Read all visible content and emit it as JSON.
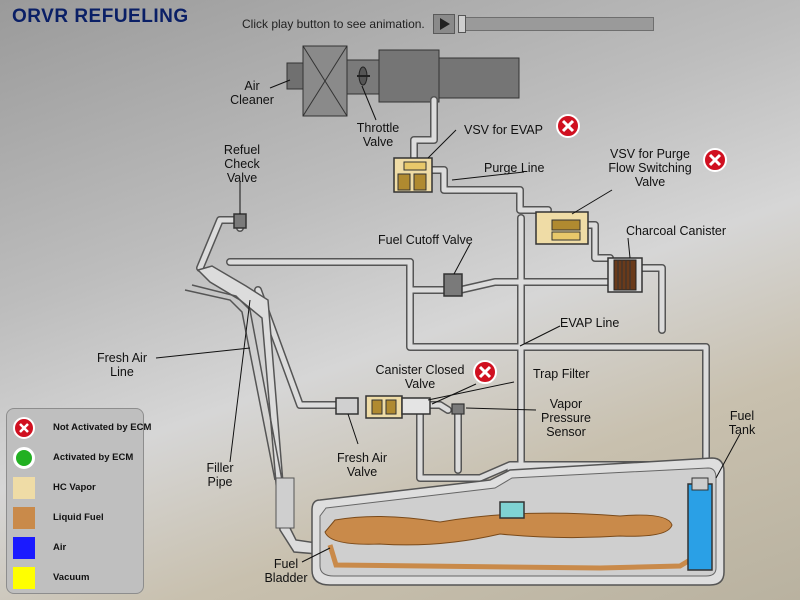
{
  "title": "ORVR REFUELING",
  "controls": {
    "instruction": "Click play button to see animation."
  },
  "labels": {
    "air_cleaner": [
      "Air",
      "Cleaner"
    ],
    "throttle_valve": [
      "Throttle",
      "Valve"
    ],
    "vsv_evap": "VSV for EVAP",
    "refuel_check_valve": [
      "Refuel",
      "Check",
      "Valve"
    ],
    "purge_line": "Purge Line",
    "vsv_purge": [
      "VSV for Purge",
      "Flow Switching",
      "Valve"
    ],
    "fuel_cutoff_valve": "Fuel Cutoff Valve",
    "charcoal_canister": "Charcoal Canister",
    "evap_line": "EVAP Line",
    "fresh_air_line": [
      "Fresh Air",
      "Line"
    ],
    "canister_closed_valve": [
      "Canister Closed",
      "Valve"
    ],
    "trap_filter": "Trap Filter",
    "vapor_pressure_sensor": [
      "Vapor",
      "Pressure",
      "Sensor"
    ],
    "fuel_tank": [
      "Fuel",
      "Tank"
    ],
    "filler_pipe": [
      "Filler",
      "Pipe"
    ],
    "fresh_air_valve": [
      "Fresh Air",
      "Valve"
    ],
    "fuel_bladder": [
      "Fuel",
      "Bladder"
    ]
  },
  "legend": [
    {
      "label": "Not Activated by ECM",
      "kind": "x-icon",
      "color": "#d01020"
    },
    {
      "label": "Activated by ECM",
      "kind": "circle-icon",
      "color": "#22b022"
    },
    {
      "label": "HC Vapor",
      "kind": "swatch",
      "color": "#efdca6"
    },
    {
      "label": "Liquid Fuel",
      "kind": "swatch",
      "color": "#c98a4a"
    },
    {
      "label": "Air",
      "kind": "swatch",
      "color": "#1a1aff"
    },
    {
      "label": "Vacuum",
      "kind": "swatch",
      "color": "#ffff00"
    }
  ],
  "colors": {
    "hc_vapor": "#efdca6",
    "liquid_fuel": "#c98a4a",
    "pipe": "#d9d9d9",
    "tank_blue": "#2aa0e6",
    "not_activated": "#d01020",
    "activated": "#22b022"
  }
}
